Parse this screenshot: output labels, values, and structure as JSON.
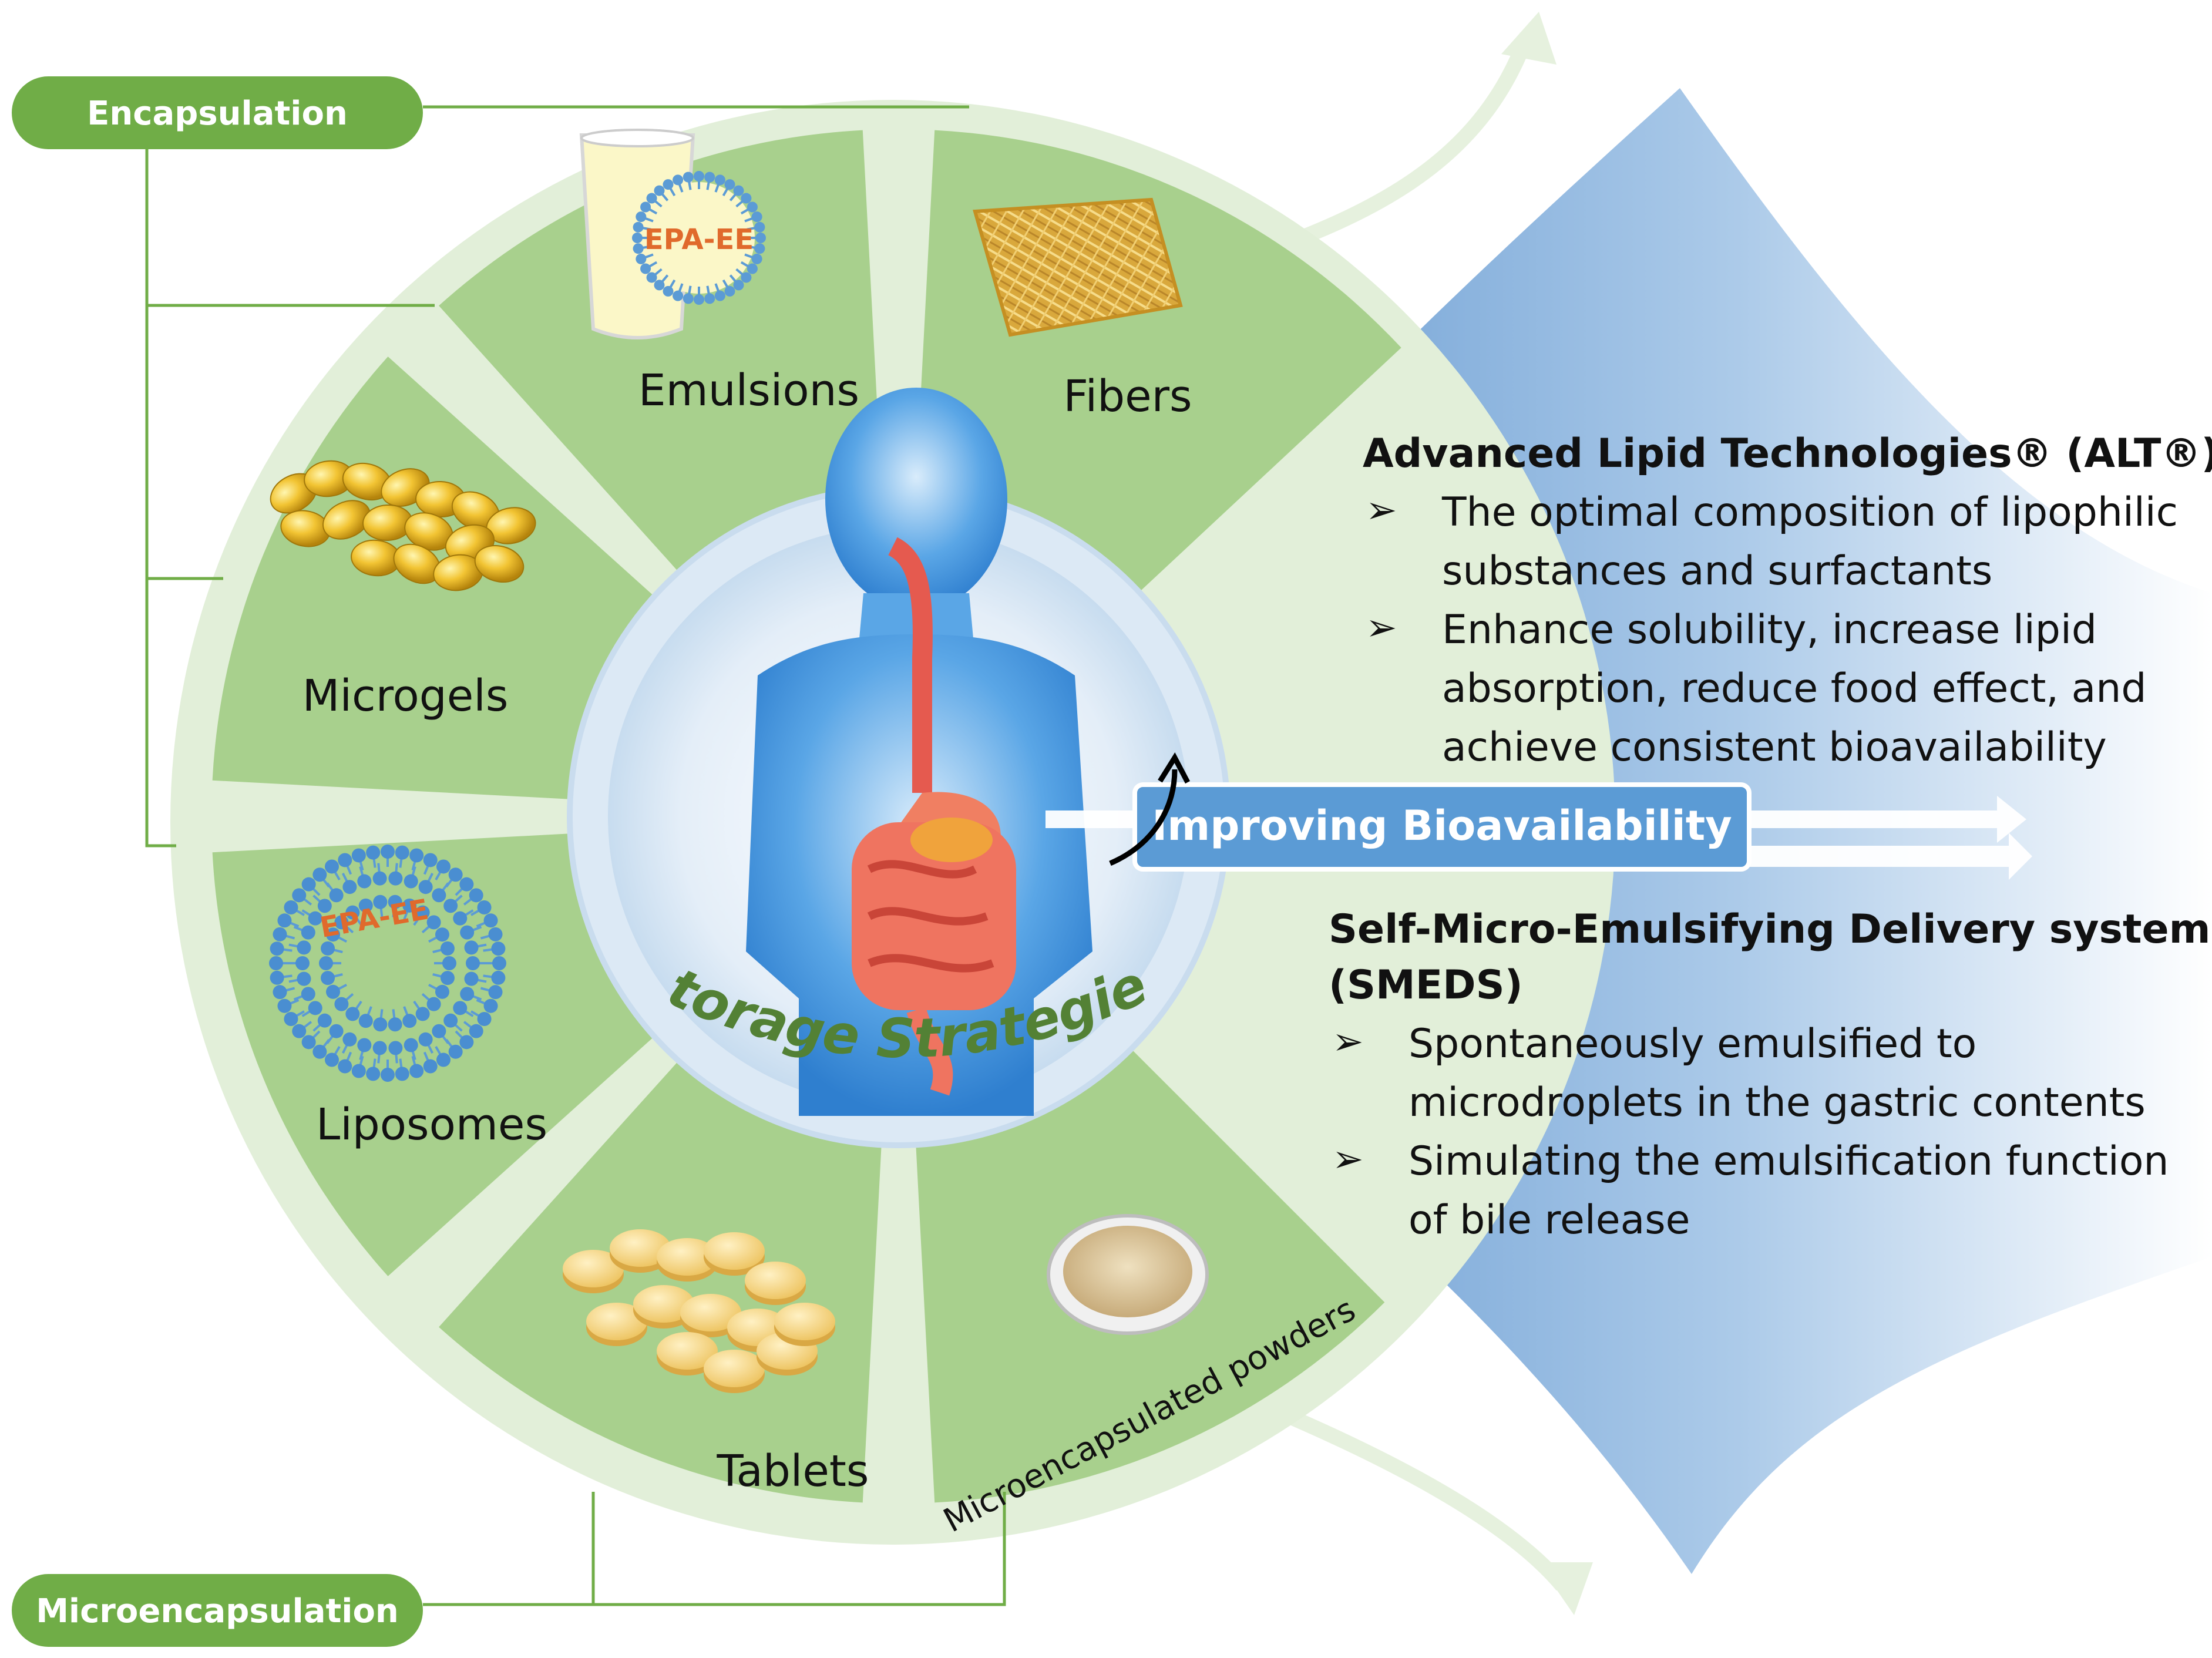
{
  "categories": {
    "encapsulation": "Encapsulation",
    "microencapsulation": "Microencapsulation"
  },
  "segments": {
    "emulsions": "Emulsions",
    "fibers": "Fibers",
    "microgels": "Microgels",
    "liposomes": "Liposomes",
    "tablets": "Tablets",
    "powders": "Microencapsulated powders"
  },
  "molecule_label": "EPA-EE",
  "center_title": "Storage Strategies",
  "banner": "Improving Bioavailability",
  "alt": {
    "heading": "Advanced Lipid Technologies® (ALT®)",
    "bullet1": [
      "The optimal composition of lipophilic",
      "substances and surfactants"
    ],
    "bullet2": [
      "Enhance solubility, increase lipid",
      "absorption, reduce food effect, and",
      "achieve consistent bioavailability"
    ]
  },
  "smeds": {
    "heading": [
      "Self-Micro-Emulsifying Delivery system",
      "(SMEDS)"
    ],
    "bullet1": [
      "Spontaneously emulsified to",
      "microdroplets in the gastric contents"
    ],
    "bullet2": [
      "Simulating the emulsification function",
      "of bile release"
    ]
  },
  "bullet_symbol": "➢",
  "colors": {
    "segment_fill": "#a8d08d",
    "ring": "#e2efd9",
    "pill": "#70ad47",
    "title_green": "#538135",
    "banner": "#5b9bd5",
    "blue_fan": "#9dc3e6"
  }
}
